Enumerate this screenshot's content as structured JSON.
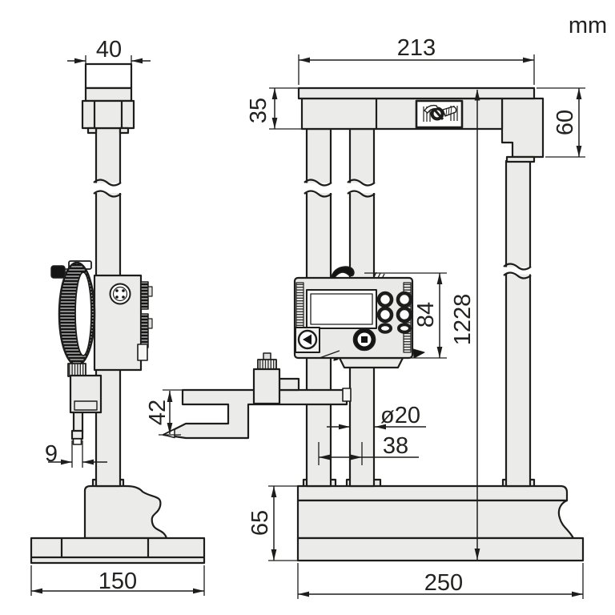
{
  "page": {
    "background": "#ffffff",
    "unit_label": "mm"
  },
  "drawing": {
    "line_color": "#1d1d1b",
    "fill_light": "#ebebe9",
    "views": [
      {
        "id": "left-view",
        "subject": "height gauge with dial indicator, side view"
      },
      {
        "id": "right-view",
        "subject": "digital height gauge, front view"
      }
    ],
    "dimensions": {
      "d40": {
        "label": "40",
        "value": 40,
        "orientation": "horizontal"
      },
      "d213": {
        "label": "213",
        "value": 213,
        "orientation": "horizontal"
      },
      "d35": {
        "label": "35",
        "value": 35,
        "orientation": "vertical"
      },
      "d60": {
        "label": "60",
        "value": 60,
        "orientation": "vertical"
      },
      "d84": {
        "label": "84",
        "value": 84,
        "orientation": "vertical"
      },
      "d1228": {
        "label": "1228",
        "value": 1228,
        "orientation": "vertical"
      },
      "d42": {
        "label": "42",
        "value": 42,
        "orientation": "vertical"
      },
      "d9": {
        "label": "9",
        "value": 9,
        "orientation": "horizontal"
      },
      "dia20": {
        "label": "ø20",
        "value": 20,
        "orientation": "horizontal"
      },
      "d38": {
        "label": "38",
        "value": 38,
        "orientation": "horizontal"
      },
      "d65": {
        "label": "65",
        "value": 65,
        "orientation": "vertical"
      },
      "d150": {
        "label": "150",
        "value": 150,
        "orientation": "horizontal"
      },
      "d250": {
        "label": "250",
        "value": 250,
        "orientation": "horizontal"
      }
    }
  }
}
